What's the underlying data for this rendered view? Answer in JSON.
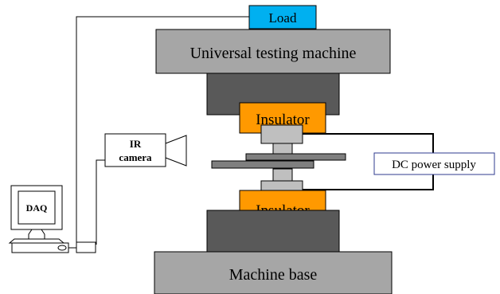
{
  "diagram": {
    "load_label": "Load",
    "machine_label": "Universal testing machine",
    "top_insulator_label": "Insulator",
    "bottom_insulator_label": "Insulator",
    "ir_camera_label_line1": "IR",
    "ir_camera_label_line2": "camera",
    "dc_power_label": "DC power supply",
    "daq_label": "DAQ",
    "base_label": "Machine base"
  },
  "colors": {
    "load": "#00b0f0",
    "insulator": "#ff9900",
    "machine_head": "#a6a6a6",
    "block_dark": "#595959",
    "specimen_light": "#bfbfbf",
    "plate_gray": "#7f7f7f",
    "dc_box_border": "#2f3b8f"
  }
}
